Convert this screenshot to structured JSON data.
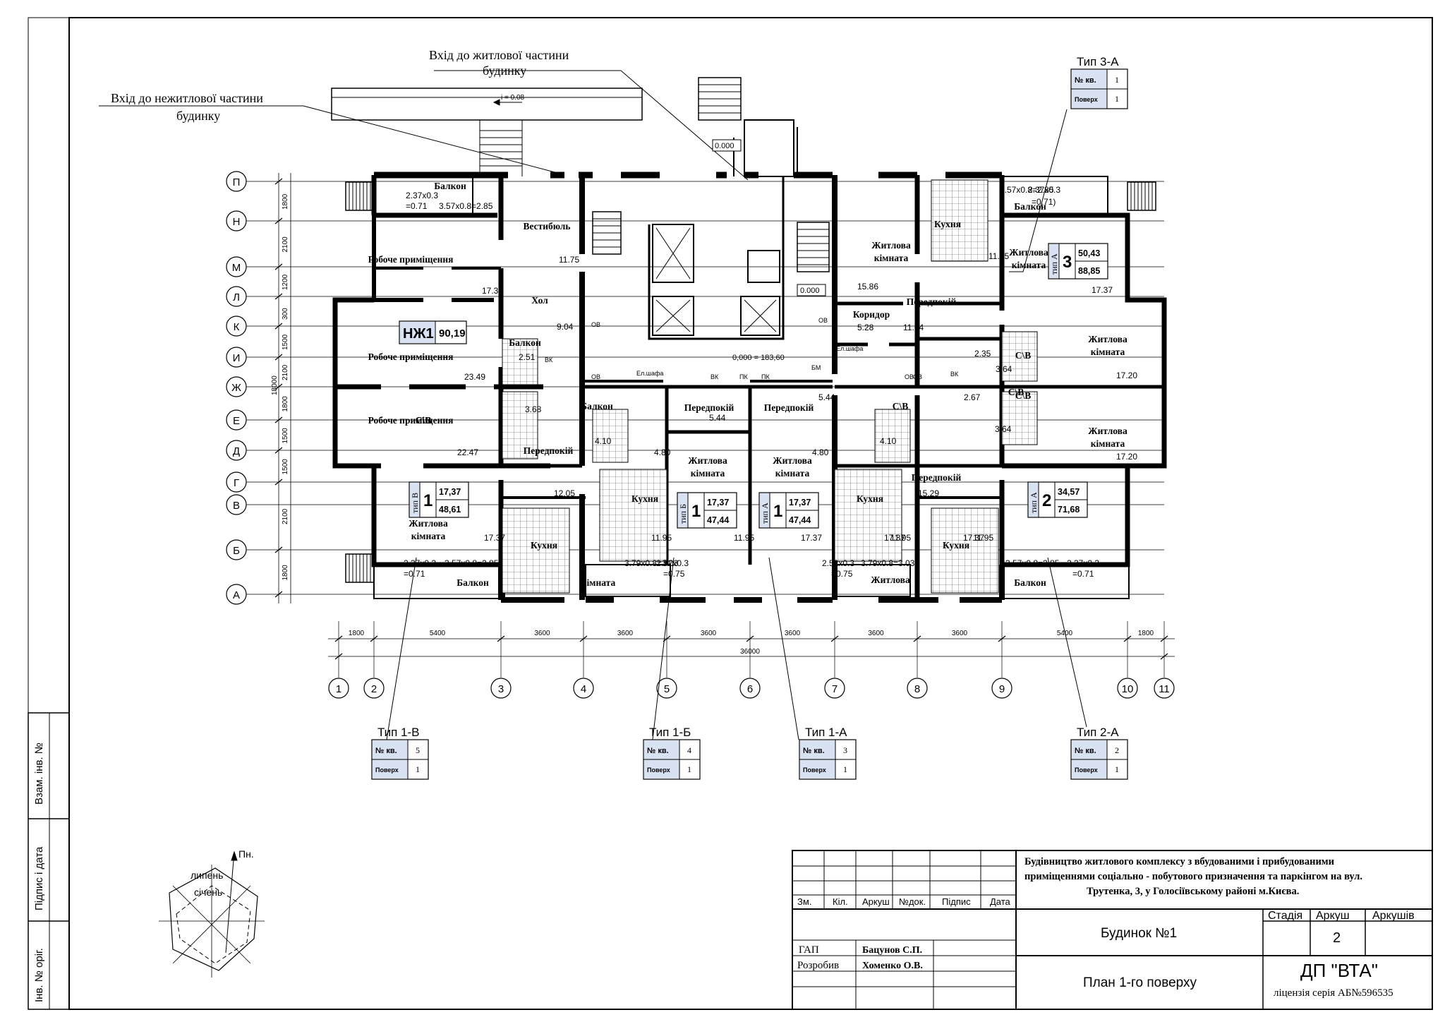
{
  "callouts": {
    "res_entrance": [
      "Вхід до житлової частини",
      "будинку"
    ],
    "nonres_entrance": [
      "Вхід до нежитлової частини",
      "будинку"
    ]
  },
  "type_tables": [
    {
      "key": "t3a",
      "title": "Тип 3-А",
      "flat_label": "№ кв.",
      "flat": "1",
      "floor_label": "Поверх",
      "floor": "1"
    },
    {
      "key": "t1v",
      "title": "Тип 1-В",
      "flat_label": "№ кв.",
      "flat": "5",
      "floor_label": "Поверх",
      "floor": "1"
    },
    {
      "key": "t1b",
      "title": "Тип 1-Б",
      "flat_label": "№ кв.",
      "flat": "4",
      "floor_label": "Поверх",
      "floor": "1"
    },
    {
      "key": "t1a",
      "title": "Тип 1-А",
      "flat_label": "№ кв.",
      "flat": "3",
      "floor_label": "Поверх",
      "floor": "1"
    },
    {
      "key": "t2a",
      "title": "Тип 2-А",
      "flat_label": "№ кв.",
      "flat": "2",
      "floor_label": "Поверх",
      "floor": "1"
    }
  ],
  "row_axes": [
    "П",
    "Н",
    "М",
    "Л",
    "К",
    "И",
    "Ж",
    "Е",
    "Д",
    "Г",
    "В",
    "Б",
    "А"
  ],
  "col_axes": [
    "1",
    "2",
    "3",
    "4",
    "5",
    "6",
    "7",
    "8",
    "9",
    "10",
    "11"
  ],
  "row_dims": [
    "1800",
    "2100",
    "1200",
    "300",
    "1500",
    "2100",
    "1800",
    "1500",
    "1500",
    "2100",
    "1800"
  ],
  "row_total": "18000",
  "col_dims": [
    "1800",
    "5400",
    "3600",
    "3600",
    "3600",
    "3600",
    "3600",
    "3600",
    "5400",
    "1800"
  ],
  "col_total": "36000",
  "rooms": [
    {
      "key": "balkon_tl",
      "label": "Балкон"
    },
    {
      "key": "vestibul",
      "label": "Вестибюль"
    },
    {
      "key": "robоче1",
      "label": "Робоче приміщення"
    },
    {
      "key": "hol",
      "label": "Хол"
    },
    {
      "key": "robоче2",
      "label": "Робоче приміщення"
    },
    {
      "key": "robоче3",
      "label": "Робоче приміщення"
    },
    {
      "key": "zhytl_tr1",
      "label": "Житлова"
    },
    {
      "key": "zhytl_tr2",
      "label": "кімната"
    },
    {
      "key": "kukhnia_tr",
      "label": "Кухня"
    },
    {
      "key": "zhytl_r2",
      "label": "Житлова"
    },
    {
      "key": "kimn_r2",
      "label": "кімната"
    },
    {
      "key": "balkon_tr",
      "label": "Балкон"
    },
    {
      "key": "korydor",
      "label": "Коридор"
    },
    {
      "key": "peredp_r",
      "label": "Передпокій"
    },
    {
      "key": "zhytl_r3",
      "label": "Житлова"
    },
    {
      "key": "kimn_r3",
      "label": "кімната"
    },
    {
      "key": "zhytl_r4",
      "label": "Житлова"
    },
    {
      "key": "kimn_r4",
      "label": "кімната"
    },
    {
      "key": "peredp_c1",
      "label": "Передпокій"
    },
    {
      "key": "peredp_c2",
      "label": "Передпокій"
    },
    {
      "key": "zhytl_c1",
      "label": "Житлова"
    },
    {
      "key": "kimn_c1",
      "label": "кімната"
    },
    {
      "key": "zhytl_c2",
      "label": "Житлова"
    },
    {
      "key": "kimn_c2",
      "label": "кімната"
    },
    {
      "key": "peredp_l",
      "label": "Передпокій"
    },
    {
      "key": "peredp_rr",
      "label": "Передпокій"
    },
    {
      "key": "kukhnia_c1",
      "label": "Кухня"
    },
    {
      "key": "kukhnia_c2",
      "label": "Кухня"
    },
    {
      "key": "zhytl_bl",
      "label": "Житлова"
    },
    {
      "key": "kimn_bl",
      "label": "кімната"
    },
    {
      "key": "kukhnia_bl",
      "label": "Кухня"
    },
    {
      "key": "kukhnia_br",
      "label": "Кухня"
    },
    {
      "key": "zhytl_br",
      "label": "Житлова"
    },
    {
      "key": "kimn_br",
      "label": "кімната"
    },
    {
      "key": "balkon_bl",
      "label": "Балкон"
    },
    {
      "key": "balkon_bc1",
      "label": "Балкон"
    },
    {
      "key": "balkon_bc2",
      "label": "Балкон"
    },
    {
      "key": "balkon_br",
      "label": "Балкон"
    },
    {
      "key": "sv1",
      "label": "С\\В"
    },
    {
      "key": "sv2",
      "label": "С\\В"
    },
    {
      "key": "sv3",
      "label": "С\\В"
    },
    {
      "key": "sv4",
      "label": "С\\В"
    },
    {
      "key": "sv5",
      "label": "С\\В"
    },
    {
      "key": "sv6",
      "label": "С\\В"
    }
  ],
  "areas": [
    "2.37x0.3",
    "=0.71",
    "3.57x0.8=2.85",
    "11.75",
    "17.37",
    "9.04",
    "2.51",
    "23.49",
    "3.68",
    "22.47",
    "11.95",
    "15.86",
    "5.28",
    "11.64",
    "3.57x0.8=2.85",
    "2.37x0.3",
    "=0.71)",
    "17.37",
    "2.35",
    "3.64",
    "17.20",
    "2.67",
    "3.64",
    "17.20",
    "5.44",
    "5.44",
    "4.10",
    "4.80",
    "4.80",
    "4.10",
    "12.05",
    "15.29",
    "17.37",
    "11.95",
    "11.95",
    "17.37",
    "17.37",
    "11.95",
    "11.95",
    "17.37",
    "2.37x0.3",
    "=0.71",
    "3.57x0.8=2.85",
    "3.79x0.8=3.03",
    "2.52x0.3",
    "=0.75",
    "2.52x0.3",
    "=0.75",
    "3.79x0.8=3.03",
    "3.57x0.8=2.85",
    "2.37x0.3",
    "=0.71"
  ],
  "levels": {
    "entry": "0.000",
    "lift": "0.000",
    "main": "0,000 = 183,60",
    "slope": "i = 0.08"
  },
  "small_labels": [
    "ОВ",
    "ОВ",
    "ВК",
    "ВК",
    "ОВ",
    "ВК",
    "ПК",
    "ПК",
    "ОВ",
    "БМ",
    "ОВ",
    "Ел.шафа",
    "Ел.шафа"
  ],
  "apartments": [
    {
      "key": "nzh1",
      "num": "НЖ1",
      "area": "90,19"
    },
    {
      "key": "a3",
      "type": "тип А",
      "num": "3",
      "living": "50,43",
      "total": "88,85"
    },
    {
      "key": "a5",
      "type": "тип В",
      "num": "1",
      "living": "17,37",
      "total": "48,61"
    },
    {
      "key": "a4",
      "type": "тип Б",
      "num": "1",
      "living": "17,37",
      "total": "47,44"
    },
    {
      "key": "a3b",
      "type": "тип А",
      "num": "1",
      "living": "17,37",
      "total": "47,44"
    },
    {
      "key": "a2",
      "type": "тип А",
      "num": "2",
      "living": "34,57",
      "total": "71,68"
    }
  ],
  "compass": {
    "north": "Пн.",
    "july": "липень",
    "january": "січень"
  },
  "side_stamp": [
    "Інв. № оріг.",
    "Підпис і дата",
    "Взам. інв. №"
  ],
  "title_block": {
    "cols": [
      "Зм.",
      "Кіл.",
      "Аркуш",
      "№док.",
      "Підпис",
      "Дата"
    ],
    "project": [
      "Будівництво житлового комплексу з вбудованими і прибудованими",
      "приміщеннями соціально - побутового призначення та паркінгом на вул.",
      "Трутенка, 3, у Голосіївському районі м.Києва."
    ],
    "building": "Будинок №1",
    "stage_label": "Стадія",
    "sheet_label": "Аркуш",
    "sheets_label": "Аркушів",
    "stage": "",
    "sheet": "2",
    "sheets": "",
    "drawing": "План 1-го поверху",
    "role1": "ГАП",
    "person1": "Бацунов С.П.",
    "role2": "Розробив",
    "person2": "Хоменко О.В.",
    "company": "ДП \"ВТА\"",
    "license": "ліцензія серія АБ№596535"
  }
}
